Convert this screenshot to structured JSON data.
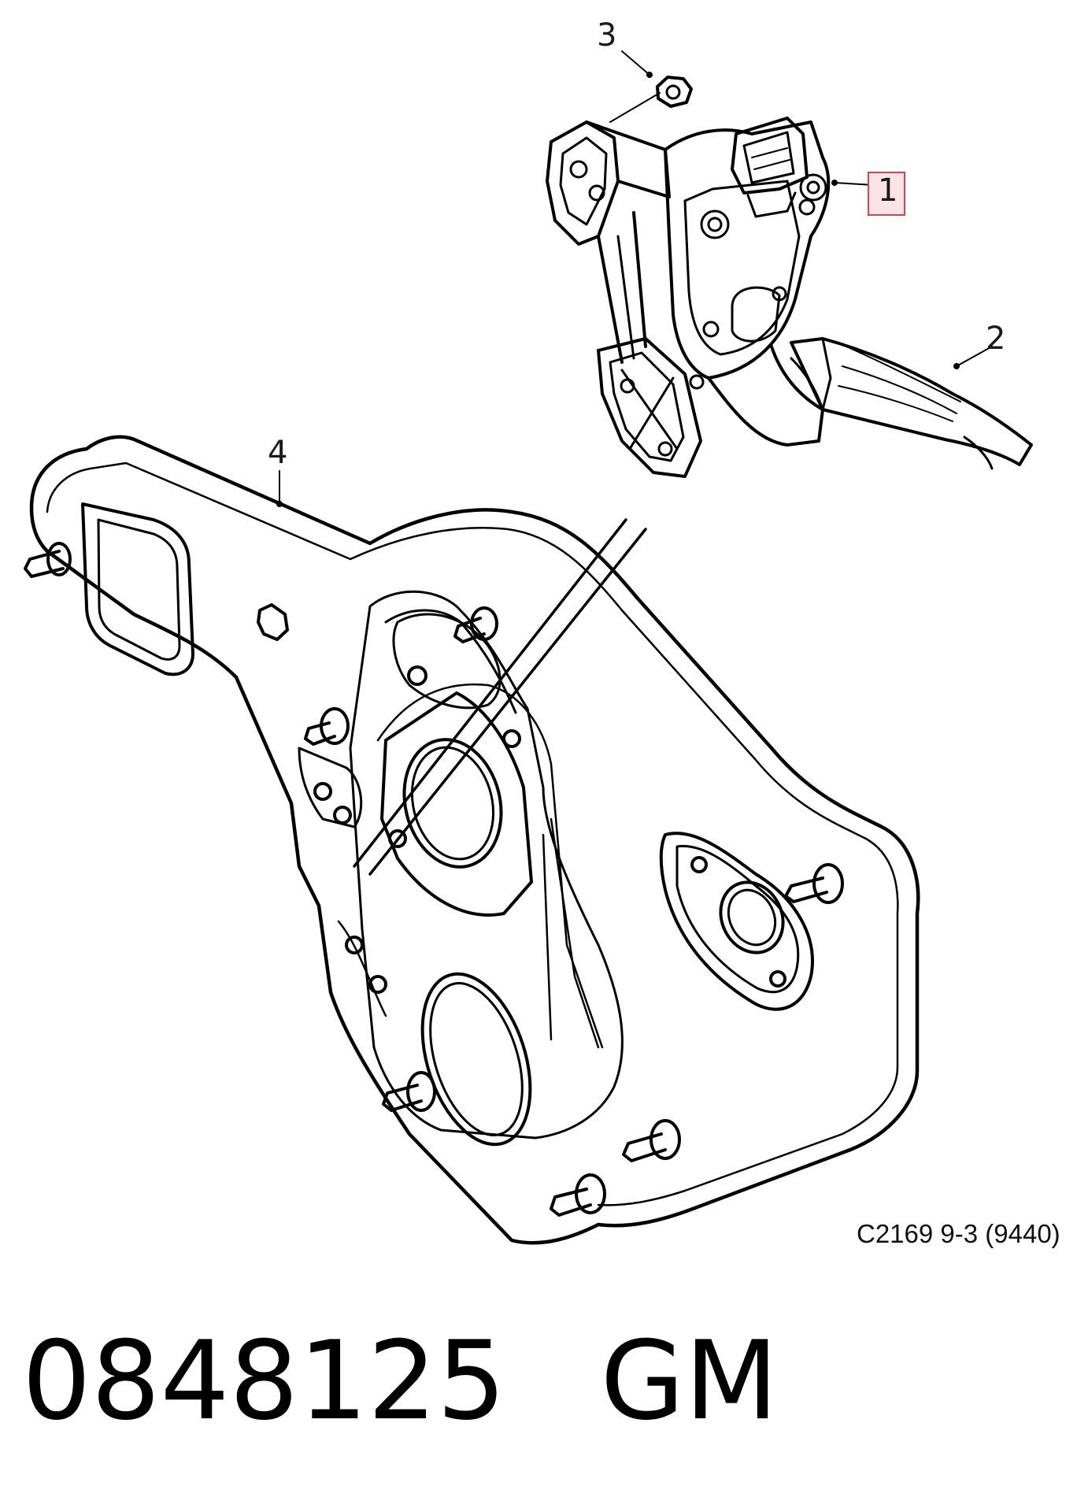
{
  "callouts": [
    {
      "id": "1",
      "label": "1",
      "highlighted": true
    },
    {
      "id": "2",
      "label": "2",
      "highlighted": false
    },
    {
      "id": "3",
      "label": "3",
      "highlighted": false
    },
    {
      "id": "4",
      "label": "4",
      "highlighted": false
    }
  ],
  "figure_code": "C2169 9-3 (9440)",
  "part_number": "0848125",
  "brand": "GM",
  "colors": {
    "line": "#000000",
    "highlight_fill": "#fbe3e6",
    "highlight_border": "#d9434f"
  }
}
